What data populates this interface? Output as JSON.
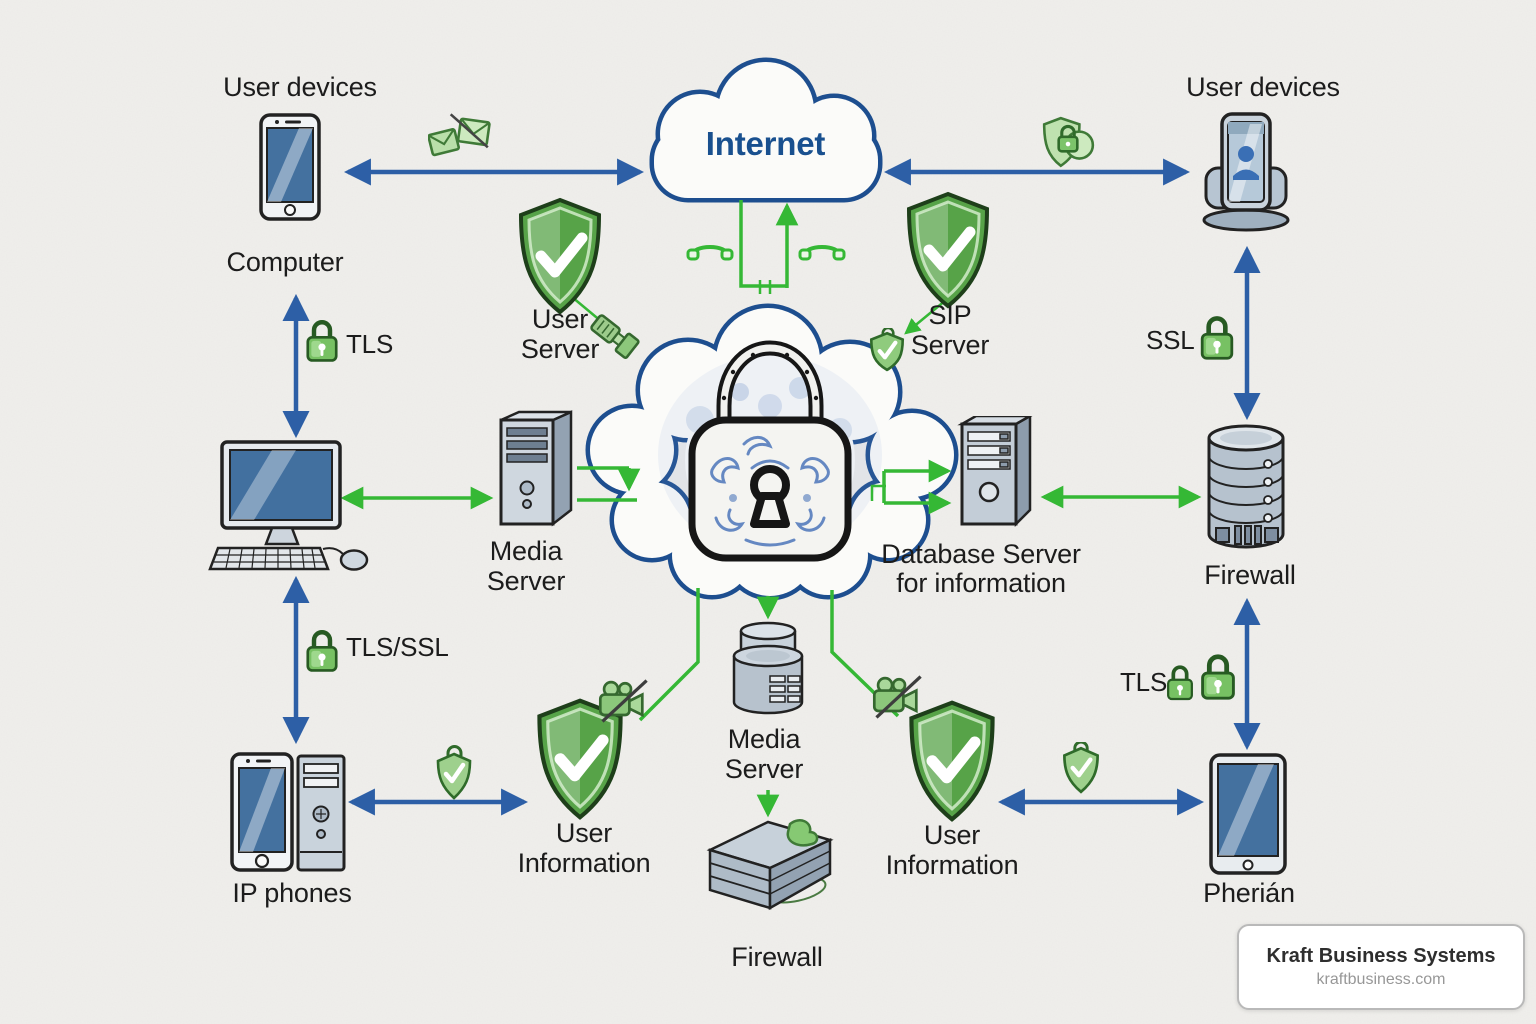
{
  "cloud": {
    "internet": "Internet"
  },
  "nodes": {
    "user_devices_left": "User devices",
    "computer": "Computer",
    "user_server": "User\nServer",
    "sip_server": "SIP\nServer",
    "user_devices_right": "User devices",
    "media_server_left": "Media\nServer",
    "database_server": "Database Server\nfor information",
    "firewall_right": "Firewall",
    "media_server_bottom": "Media\nServer",
    "user_info_left": "User\nInformation",
    "user_info_right": "User\nInformation",
    "ip_phones": "IP phones",
    "tablet_right": "Pherián",
    "firewall_bottom": "Firewall"
  },
  "security_labels": {
    "tls_top_left": "TLS",
    "tls_ssl_left": "TLS/SSL",
    "ssl_right": "SSL",
    "tls_bottom_right": "TLS"
  },
  "watermark": {
    "company": "Kraft Business Systems",
    "website": "kraftbusiness.com"
  },
  "colors": {
    "arrow_blue": "#2d5fa6",
    "line_green": "#35b835",
    "cloud_outline": "#1d4e8f",
    "internet_text": "#19508f",
    "label_text": "#1c1c1c",
    "shield_green": "#57a348",
    "lock_green": "#77c163",
    "background": "#f0efec"
  }
}
